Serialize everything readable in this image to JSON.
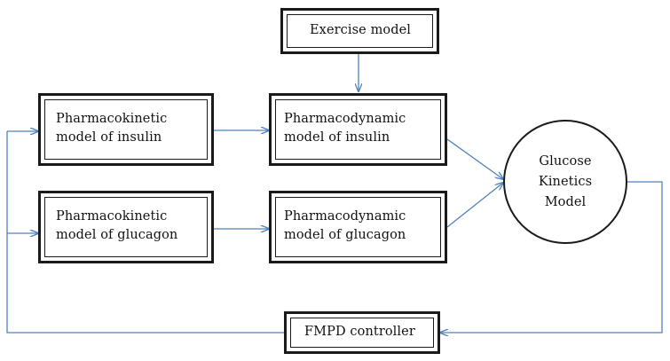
{
  "nodes": {
    "exercise": {
      "label": "Exercise model"
    },
    "pk_insulin": {
      "line1": "Pharmacokinetic",
      "line2": "model of insulin"
    },
    "pd_insulin": {
      "line1": "Pharmacodynamic",
      "line2": "model of insulin"
    },
    "pk_glucagon": {
      "line1": "Pharmacokinetic",
      "line2": "model of glucagon"
    },
    "pd_glucagon": {
      "line1": "Pharmacodynamic",
      "line2": "model of glucagon"
    },
    "glucose": {
      "line1": "Glucose",
      "line2": "Kinetics",
      "line3": "Model"
    },
    "controller": {
      "label": "FMPD controller"
    }
  },
  "edges": [
    {
      "from": "Exercise model",
      "to": "Pharmacodynamic model of insulin"
    },
    {
      "from": "Pharmacokinetic model of insulin",
      "to": "Pharmacodynamic model of insulin"
    },
    {
      "from": "Pharmacokinetic model of glucagon",
      "to": "Pharmacodynamic model of glucagon"
    },
    {
      "from": "Pharmacodynamic model of insulin",
      "to": "Glucose Kinetics Model"
    },
    {
      "from": "Pharmacodynamic model of glucagon",
      "to": "Glucose Kinetics Model"
    },
    {
      "from": "Glucose Kinetics Model",
      "to": "FMPD controller"
    },
    {
      "from": "FMPD controller",
      "to": "Pharmacokinetic model of insulin"
    },
    {
      "from": "FMPD controller",
      "to": "Pharmacokinetic model of glucagon"
    }
  ],
  "colors": {
    "arrow": "#4f81bd",
    "border": "#1a1a1a"
  }
}
